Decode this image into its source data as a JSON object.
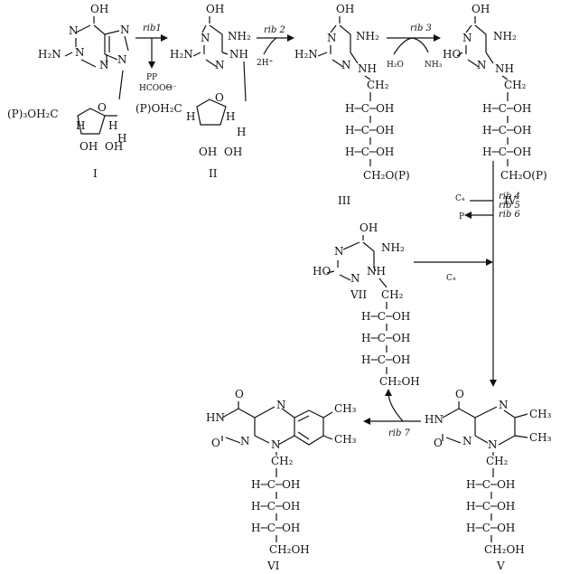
{
  "compounds": {
    "I": "I",
    "II": "II",
    "III": "III",
    "IV": "IV",
    "V": "V",
    "VI": "VI",
    "VII": "VII"
  },
  "atoms": {
    "OH": "OH",
    "NH2": "NH₂",
    "H2N": "H₂N",
    "HO": "HO",
    "N": "N",
    "NH": "NH",
    "H": "H",
    "C": "C",
    "O": "O",
    "CH2": "CH₂",
    "CH2OH": "CH₂OH",
    "CH2OP": "CH₂O(P)",
    "P3OH2C": "(P)₃OH₂C",
    "POH2C": "(P)OH₂C",
    "CH3": "CH₃",
    "HN": "HN",
    "HminusC": "H─C─OH"
  },
  "reactions": {
    "rib1": "rib1",
    "rib2": "rib 2",
    "rib3": "rib 3",
    "rib4": "rib 4",
    "rib5": "rib 5",
    "rib6": "rib 6",
    "rib7": "rib 7"
  },
  "reagents": {
    "pp": "PP",
    "hcooh": "HCOOΘ⁻",
    "twoH": "2H⁺",
    "h2o": "H₂O",
    "nh3": "NH₃",
    "c4a": "C₄",
    "p": "P",
    "c4b": "C₄"
  }
}
